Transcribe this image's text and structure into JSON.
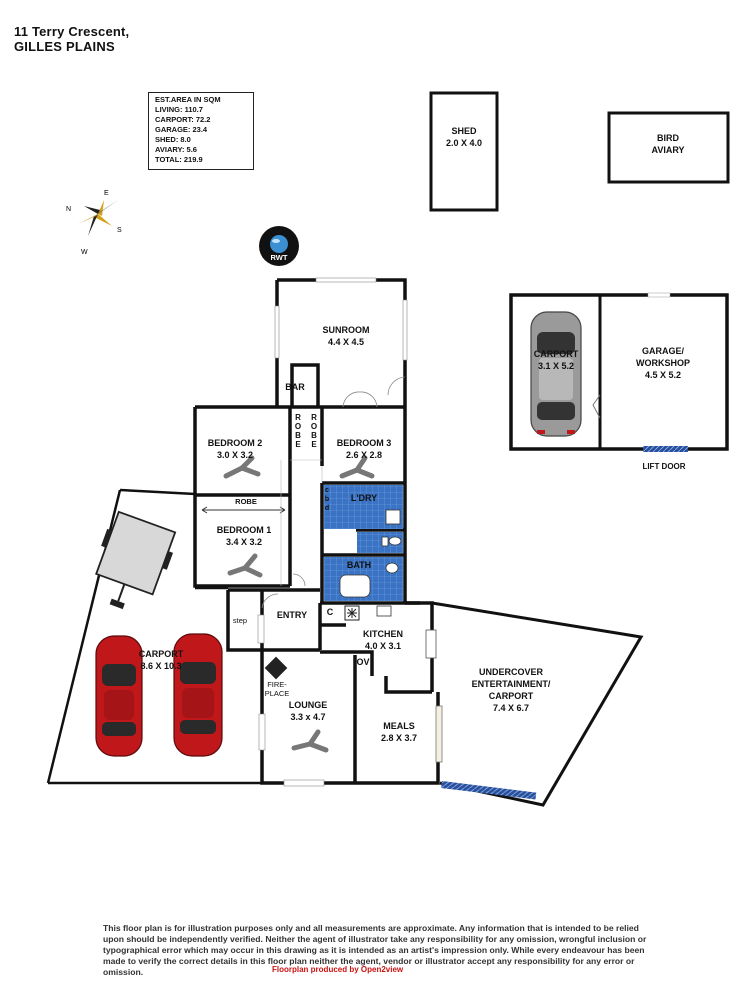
{
  "address": {
    "line1": "11 Terry Crescent,",
    "line2": "GILLES PLAINS"
  },
  "area_table": {
    "title": "EST.AREA IN SQM",
    "rows": [
      "LIVING: 110.7",
      "CARPORT: 72.2",
      "GARAGE: 23.4",
      "SHED: 8.0",
      "AVIARY: 5.6",
      "TOTAL: 219.9"
    ]
  },
  "compass": {
    "n": "N",
    "e": "E",
    "s": "S",
    "w": "W"
  },
  "rwt": "RWT",
  "rooms": {
    "shed": {
      "name": "SHED",
      "dims": "2.0 X 4.0"
    },
    "aviary": {
      "name": "BIRD",
      "name2": "AVIARY"
    },
    "sunroom": {
      "name": "SUNROOM",
      "dims": "4.4 X 4.5"
    },
    "bar": "BAR",
    "bedroom2": {
      "name": "BEDROOM 2",
      "dims": "3.0 X 3.2"
    },
    "bedroom3": {
      "name": "BEDROOM 3",
      "dims": "2.6 X 2.8"
    },
    "bedroom1": {
      "name": "BEDROOM 1",
      "dims": "3.4 X 3.2"
    },
    "robe": "ROBE",
    "robe_vert": "ROBE",
    "cbd": "cbd",
    "ldry": "L'DRY",
    "bath": "BATH",
    "c": "C",
    "step": "step",
    "entry": "ENTRY",
    "kitchen": {
      "name": "KITCHEN",
      "dims": "4.0 X 3.1"
    },
    "ov": "OV",
    "fireplace": {
      "line1": "FIRE-",
      "line2": "PLACE"
    },
    "lounge": {
      "name": "LOUNGE",
      "dims": "3.3 x 4.7"
    },
    "meals": {
      "name": "MEALS",
      "dims": "2.8 X 3.7"
    },
    "carport_left": {
      "name": "CARPORT",
      "dims": "8.6 X 10.3"
    },
    "undercover": {
      "line1": "UNDERCOVER",
      "line2": "ENTERTAINMENT/",
      "line3": "CARPORT",
      "dims": "7.4 X 6.7"
    },
    "carport_right": {
      "name": "CARPORT",
      "dims": "3.1 X 5.2"
    },
    "garage": {
      "name": "GARAGE/",
      "name2": "WORKSHOP",
      "dims": "4.5 X 5.2"
    },
    "lift_door": "LIFT DOOR"
  },
  "disclaimer": "This floor plan is for illustration purposes only and all measurements are approximate. Any information that is intended to be relied upon should be independently verified. Neither the agent of illustrator take any responsibility for any omission, wrongful inclusion or typographical error which may occur in this drawing as it is intended as an artist's impression only. While every endeavour has been made to verify the correct details in this floor plan neither the agent, vendor or illustrator accept any responsibility for any error or omission.",
  "credit": "Floorplan produced by Open2view",
  "colors": {
    "wall": "#111111",
    "wet_area": "#3a73c4",
    "car": "#c0171b",
    "car_silver": "#9a9a9a",
    "credit": "#cc1111"
  }
}
